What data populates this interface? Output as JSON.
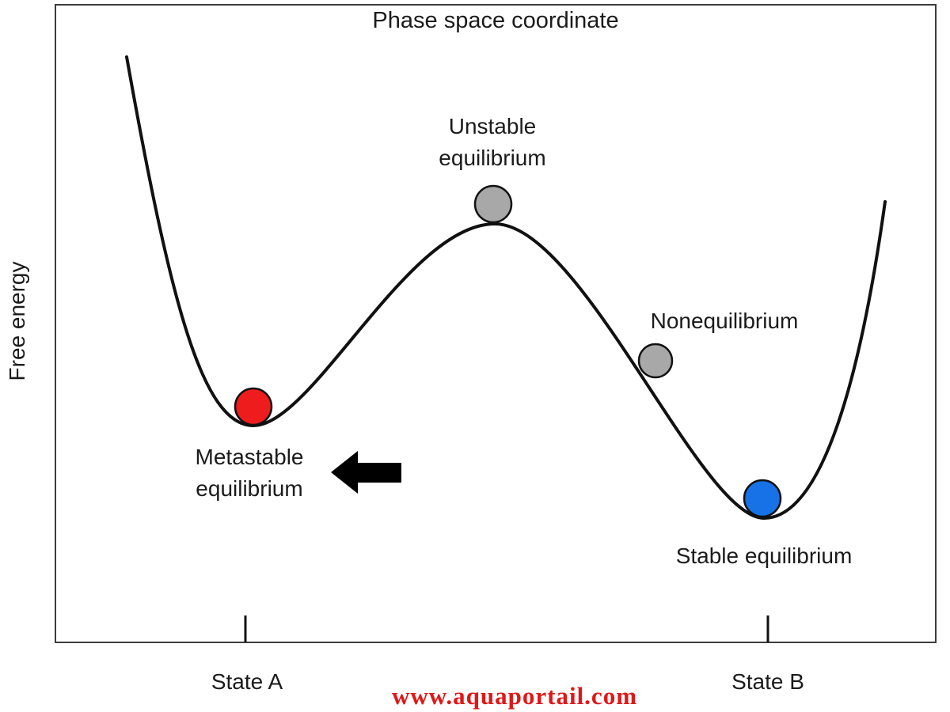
{
  "title": "Phase space coordinate",
  "y_axis_label": "Free energy",
  "labels": {
    "unstable": "Unstable equilibrium",
    "nonequilibrium": "Nonequilibrium",
    "metastable": "Metastable equilibrium",
    "stable": "Stable equilibrium"
  },
  "x_axis": {
    "state_a": "State A",
    "state_b": "State B"
  },
  "watermark": "www.aquaportail.com",
  "colors": {
    "metastable_ball": "#ee1c1c",
    "unstable_ball": "#a8a8a8",
    "nonequilibrium_ball": "#a8a8a8",
    "stable_ball": "#1672e6",
    "curve": "#111111",
    "arrow": "#000000",
    "watermark": "#e01818"
  }
}
